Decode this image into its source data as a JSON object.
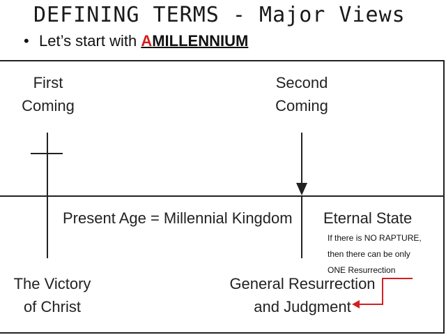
{
  "slide": {
    "title": "DEFINING TERMS - Major Views",
    "bullet": {
      "prefix": "Let’s start with ",
      "term_first_letter": "A",
      "term_rest": "MILLENNIUM"
    }
  },
  "diagram": {
    "first_coming": [
      "First",
      "Coming"
    ],
    "second_coming": [
      "Second",
      "Coming"
    ],
    "present_age": "Present Age = Millennial Kingdom",
    "eternal_state": "Eternal State",
    "victory": [
      "The Victory",
      "of Christ"
    ],
    "resurrection": [
      "General Resurrection",
      "and Judgment"
    ],
    "note": [
      "If there is NO RAPTURE,",
      "then there can be only",
      "ONE Resurrection"
    ],
    "colors": {
      "accent": "#d21f1f",
      "ink": "#222222"
    }
  }
}
